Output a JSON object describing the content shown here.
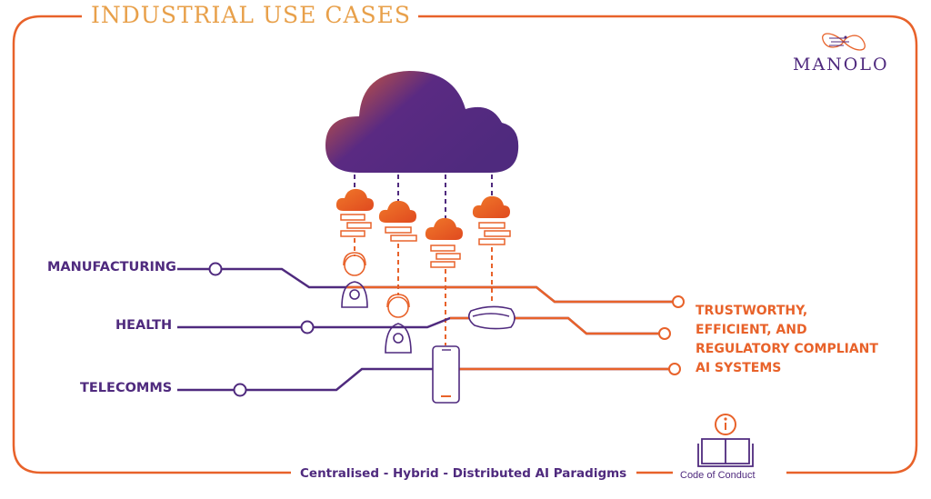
{
  "title": "INDUSTRIAL USE CASES",
  "brand": {
    "name": "MANOLO"
  },
  "use_cases": [
    {
      "label": "MANUFACTURING"
    },
    {
      "label": "HEALTH"
    },
    {
      "label": "TELECOMMS"
    }
  ],
  "outcome": {
    "lines": [
      "TRUSTWORTHY,",
      "EFFICIENT, AND",
      "REGULATORY COMPLIANT",
      "AI SYSTEMS"
    ]
  },
  "footer": {
    "paradigms": "Centralised - Hybrid - Distributed AI Paradigms",
    "code_of_conduct": "Code of Conduct"
  },
  "colors": {
    "orange": "#e8622a",
    "purple": "#4f2a7e",
    "gold": "#e8a04a"
  }
}
